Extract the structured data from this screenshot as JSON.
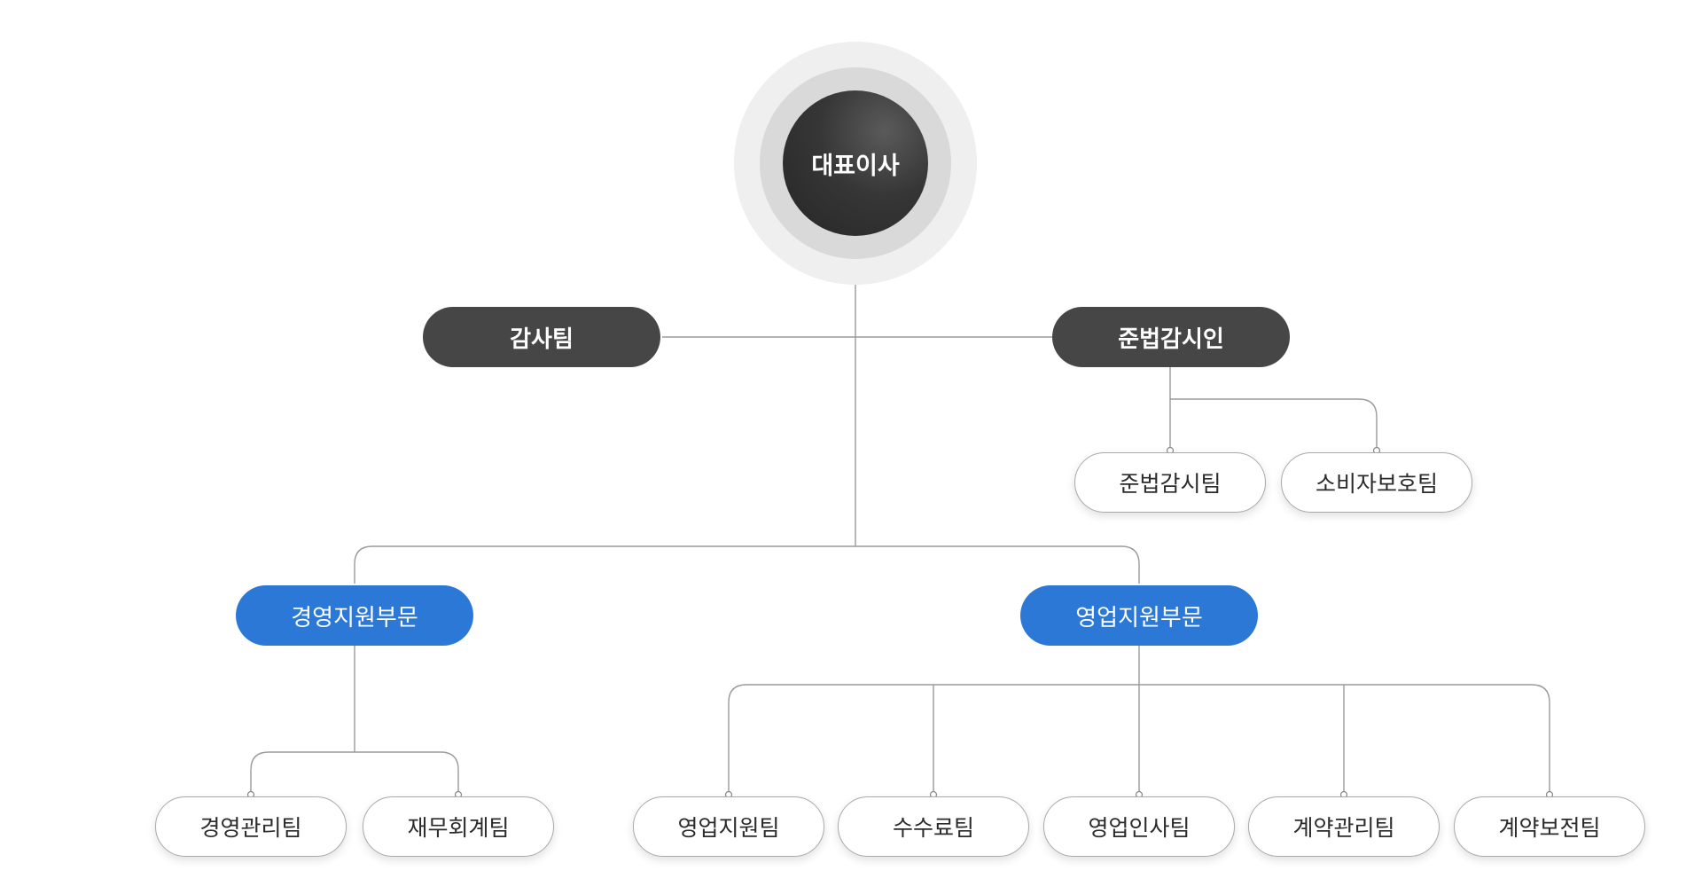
{
  "ceo": {
    "label": "대표이사"
  },
  "top_level": {
    "audit": {
      "label": "감사팀"
    },
    "compliance": {
      "label": "준법감시인"
    }
  },
  "compliance_teams": [
    {
      "label": "준법감시팀"
    },
    {
      "label": "소비자보호팀"
    }
  ],
  "divisions": [
    {
      "label": "경영지원부문",
      "teams": [
        {
          "label": "경영관리팀"
        },
        {
          "label": "재무회계팀"
        }
      ]
    },
    {
      "label": "영업지원부문",
      "teams": [
        {
          "label": "영업지원팀"
        },
        {
          "label": "수수료팀"
        },
        {
          "label": "영업인사팀"
        },
        {
          "label": "계약관리팀"
        },
        {
          "label": "계약보전팀"
        }
      ]
    }
  ],
  "colors": {
    "ceo": "#2b2b2b",
    "dark_node": "#464646",
    "division_blue": "#2b78d6",
    "connector": "#9a9a9a",
    "team_border": "#a9a9a9"
  }
}
